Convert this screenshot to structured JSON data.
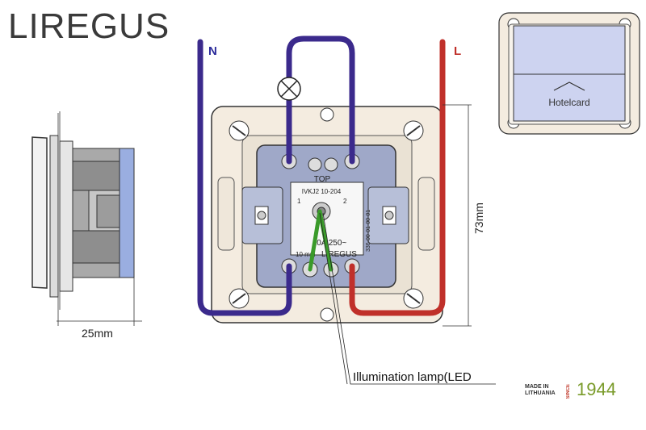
{
  "brand": {
    "logo_text": "LIREGUS",
    "made_in_line1": "MADE IN",
    "made_in_line2": "LITHUANIA",
    "since_label": "SINCE",
    "since_year": "1944"
  },
  "wiring": {
    "neutral_label": "N",
    "live_label": "L",
    "neutral_color": "#3b2a8c",
    "live_color": "#c0302a",
    "green_wire_color": "#3a9a2a"
  },
  "device": {
    "top_label": "TOP",
    "model_label": "IVKJ2 10-204",
    "rating_label": "10A 250~",
    "strip_label": "10 mm",
    "brand_mark": "LIREGUS",
    "code_label": "336-00-01-00-01",
    "term1": "1",
    "term2": "2"
  },
  "dimensions": {
    "height_label": "73mm",
    "depth_label": "25mm"
  },
  "annotation": {
    "lamp_label": "Illumination lamp(LED"
  },
  "hotelcard": {
    "label": "Hotelcard"
  }
}
